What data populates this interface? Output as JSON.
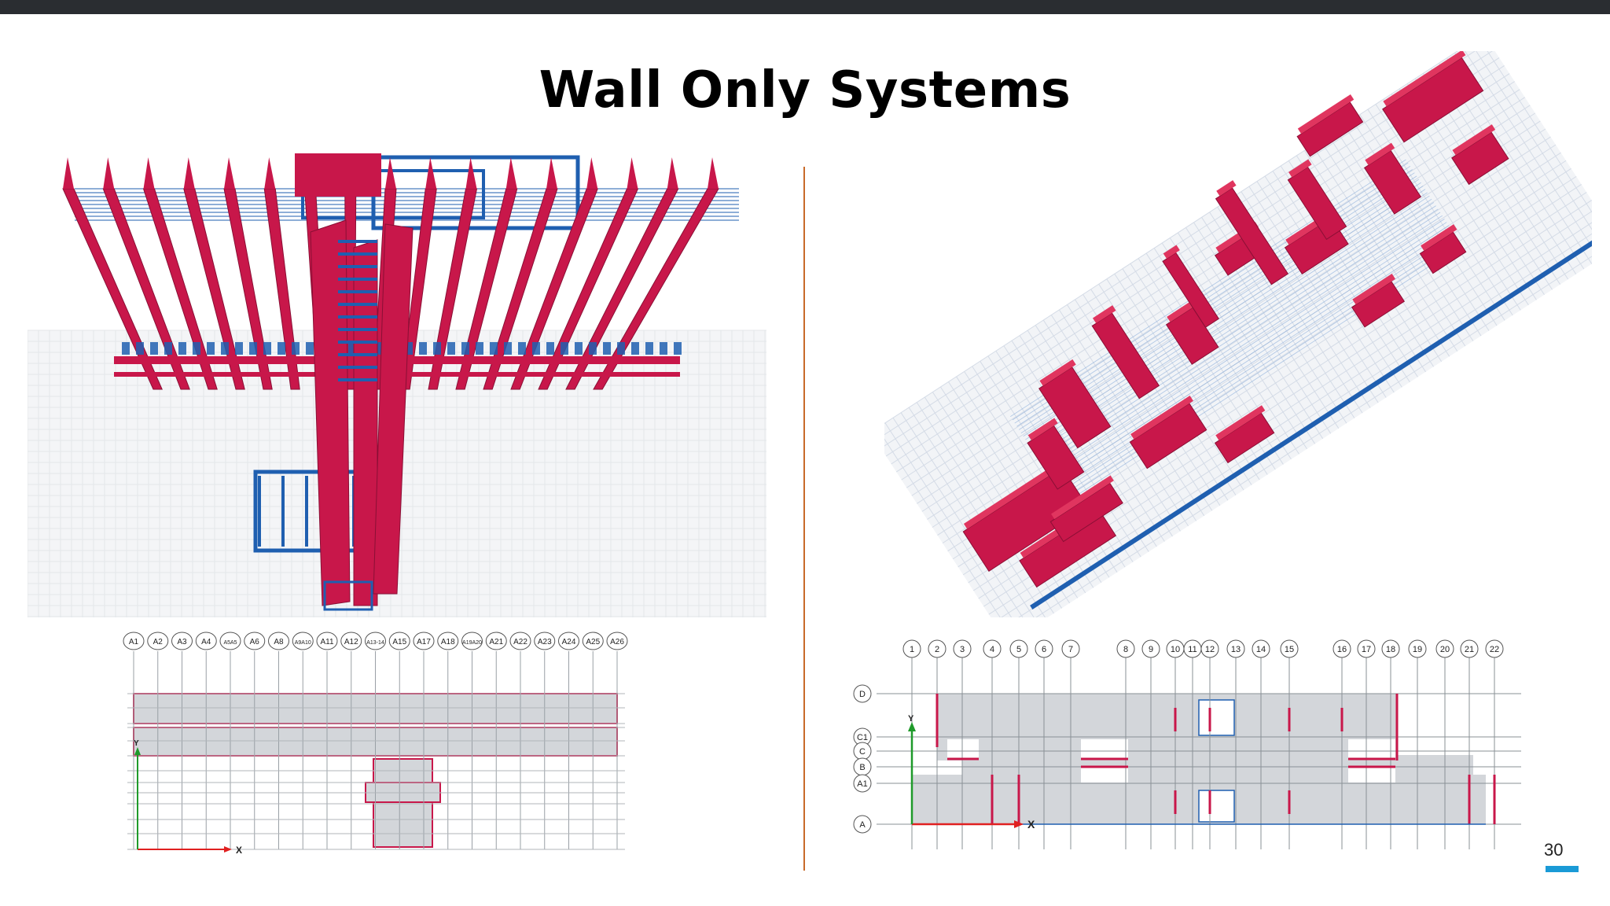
{
  "slide": {
    "title": "Wall Only Systems",
    "page_number": "30"
  },
  "colors": {
    "wall": "#c8174a",
    "frame": "#1f5fb0",
    "slab_fill": "#d3d6da",
    "divider": "#c86a2a",
    "accent": "#1a9ad6",
    "axis_x": "#e02020",
    "axis_y": "#1f9a2a"
  },
  "plan_left": {
    "grid_labels": [
      "A1",
      "A2",
      "A3",
      "A4",
      "A5A5",
      "A6",
      "A8",
      "A9A10",
      "A11",
      "A12",
      "A13-14",
      "A15",
      "A17",
      "A18",
      "A19A20",
      "A21",
      "A22",
      "A23",
      "A24",
      "A25",
      "A26"
    ],
    "axis_x_label": "X",
    "axis_y_label": "Y"
  },
  "plan_right": {
    "grid_labels_x": [
      "1",
      "2",
      "3",
      "4",
      "5",
      "6",
      "7",
      "8",
      "9",
      "10",
      "11",
      "12",
      "13",
      "14",
      "15",
      "16",
      "17",
      "18",
      "19",
      "20",
      "21",
      "22"
    ],
    "grid_labels_y": [
      "D",
      "C1",
      "C",
      "B",
      "A1",
      "A"
    ],
    "axis_x_label": "X",
    "axis_y_label": "Y"
  },
  "views": {
    "left_3d": "3d-wall-model-elevation",
    "right_3d": "3d-wall-model-plan"
  }
}
